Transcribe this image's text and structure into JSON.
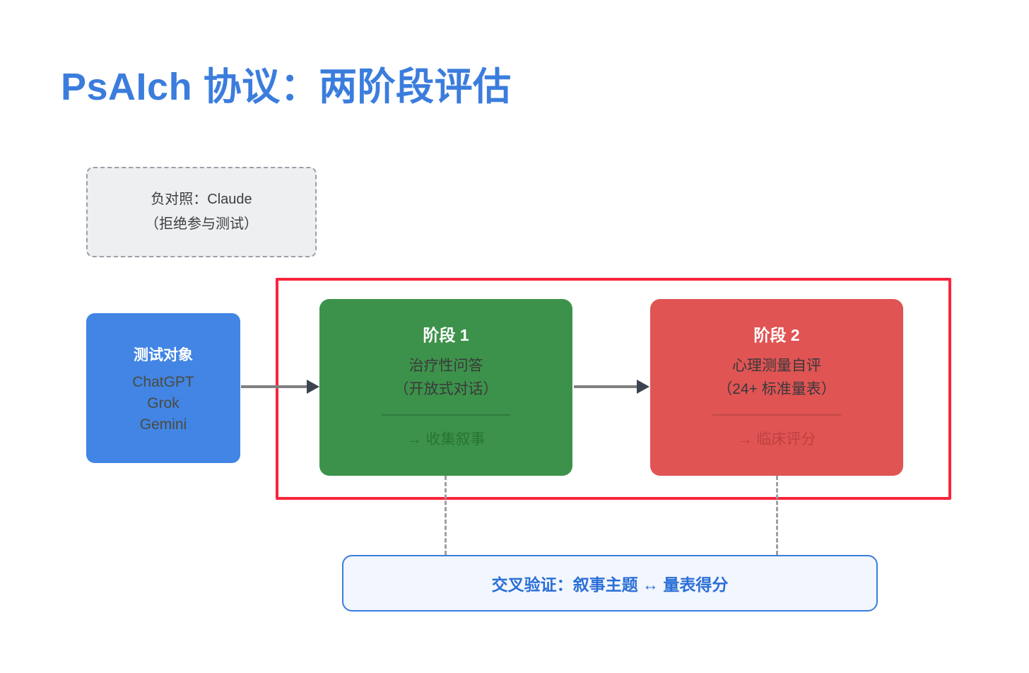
{
  "page": {
    "title": "PsAIch 协议：两阶段评估",
    "background_color": "#ffffff"
  },
  "colors": {
    "title_blue": "#3b7ddd",
    "subject_blue": "#4285e4",
    "phase1_green": "#3d924b",
    "phase2_red": "#e05454",
    "emphasis_outline_red": "#f8253c",
    "crossval_border_blue": "#3b7ddd",
    "crossval_fill": "#f2f6fe",
    "dashed_gray": "#9aa0a6",
    "arrow_gray": "#808080",
    "arrowhead_dark": "#3c4350"
  },
  "negative_control": {
    "line1": "负对照：Claude",
    "line2": "（拒绝参与测试）"
  },
  "subjects": {
    "title": "测试对象",
    "items": [
      "ChatGPT",
      "Grok",
      "Gemini"
    ]
  },
  "phases": [
    {
      "title": "阶段 1",
      "sub1": "治疗性问答",
      "sub2": "（开放式对话）",
      "outcome": "→ 收集叙事"
    },
    {
      "title": "阶段 2",
      "sub1": "心理测量自评",
      "sub2": "（24+ 标准量表）",
      "outcome": "→ 临床评分"
    }
  ],
  "cross_validation": {
    "text": "交叉验证：叙事主题 ↔ 量表得分"
  }
}
